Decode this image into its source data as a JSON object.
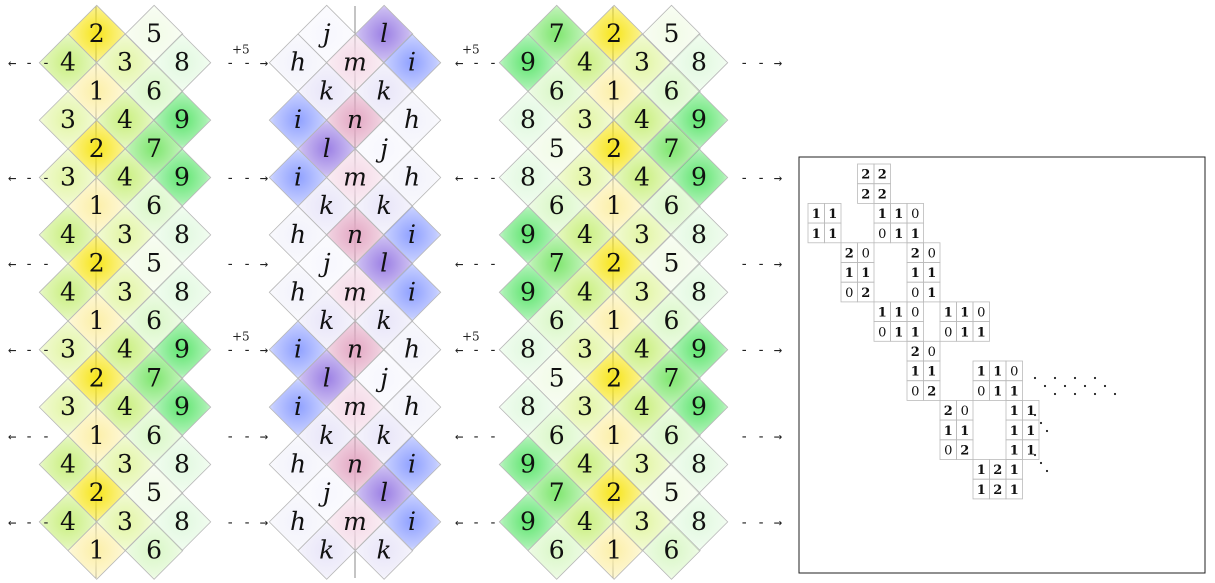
{
  "colors": {
    "n1": "#fcefa8",
    "n2": "#f7e51b",
    "n3": "#e2f5a4",
    "n4": "#c9ef7e",
    "n5": "#f1fbe6",
    "n6": "#d9f7c6",
    "n7": "#7ee66e",
    "n8": "#e1f9df",
    "n9": "#5fe56f",
    "h": "#f2f2fb",
    "i": "#8fa0ff",
    "j": "#f7f7fe",
    "k": "#e8e5f8",
    "l": "#9b7fe4",
    "m": "#f4d8e6",
    "n": "#e3a7c3",
    "tileBorder": "#b8b8b8",
    "gridLine": "#bbbbbb",
    "seam": "#888888"
  },
  "arrows": {
    "left": "← - -",
    "right": "- - →",
    "plus": "+5"
  },
  "pattern1": [
    [
      "2",
      "5"
    ],
    [
      "4",
      "3",
      "8"
    ],
    [
      "1",
      "6"
    ],
    [
      "3",
      "4",
      "9"
    ],
    [
      "2",
      "7"
    ],
    [
      "3",
      "4",
      "9"
    ],
    [
      "1",
      "6"
    ],
    [
      "4",
      "3",
      "8"
    ],
    [
      "2",
      "5"
    ],
    [
      "4",
      "3",
      "8"
    ],
    [
      "1",
      "6"
    ],
    [
      "3",
      "4",
      "9"
    ],
    [
      "2",
      "7"
    ],
    [
      "3",
      "4",
      "9"
    ],
    [
      "1",
      "6"
    ],
    [
      "4",
      "3",
      "8"
    ],
    [
      "2",
      "5"
    ],
    [
      "4",
      "3",
      "8"
    ],
    [
      "1",
      "6"
    ]
  ],
  "pattern2": [
    [
      "j",
      "l"
    ],
    [
      "h",
      "m",
      "i"
    ],
    [
      "k",
      "k"
    ],
    [
      "i",
      "n",
      "h"
    ],
    [
      "l",
      "j"
    ],
    [
      "i",
      "m",
      "h"
    ],
    [
      "k",
      "k"
    ],
    [
      "h",
      "n",
      "i"
    ],
    [
      "j",
      "l"
    ],
    [
      "h",
      "m",
      "i"
    ],
    [
      "k",
      "k"
    ],
    [
      "i",
      "n",
      "h"
    ],
    [
      "l",
      "j"
    ],
    [
      "i",
      "m",
      "h"
    ],
    [
      "k",
      "k"
    ],
    [
      "h",
      "n",
      "i"
    ],
    [
      "j",
      "l"
    ],
    [
      "h",
      "m",
      "i"
    ],
    [
      "k",
      "k"
    ]
  ],
  "pattern3": [
    [
      "7",
      "2",
      "5"
    ],
    [
      "9",
      "4",
      "3",
      "8"
    ],
    [
      "6",
      "1",
      "6"
    ],
    [
      "8",
      "3",
      "4",
      "9"
    ],
    [
      "5",
      "2",
      "7"
    ],
    [
      "8",
      "3",
      "4",
      "9"
    ],
    [
      "6",
      "1",
      "6"
    ],
    [
      "9",
      "4",
      "3",
      "8"
    ],
    [
      "7",
      "2",
      "5"
    ],
    [
      "9",
      "4",
      "3",
      "8"
    ],
    [
      "6",
      "1",
      "6"
    ],
    [
      "8",
      "3",
      "4",
      "9"
    ],
    [
      "5",
      "2",
      "7"
    ],
    [
      "8",
      "3",
      "4",
      "9"
    ],
    [
      "6",
      "1",
      "6"
    ],
    [
      "9",
      "4",
      "3",
      "8"
    ],
    [
      "7",
      "2",
      "5"
    ],
    [
      "9",
      "4",
      "3",
      "8"
    ],
    [
      "6",
      "1",
      "6"
    ]
  ],
  "matrix": {
    "blocks": [
      {
        "c": 3,
        "r": 0,
        "rows": [
          [
            "2",
            "2"
          ],
          [
            "2",
            "2"
          ]
        ],
        "bold": [
          [
            1,
            1
          ],
          [
            1,
            1
          ]
        ]
      },
      {
        "c": 0,
        "r": 2,
        "rows": [
          [
            "1",
            "1"
          ],
          [
            "1",
            "1"
          ]
        ],
        "bold": [
          [
            1,
            1
          ],
          [
            1,
            1
          ]
        ]
      },
      {
        "c": 4,
        "r": 2,
        "rows": [
          [
            "1",
            "1",
            "0"
          ],
          [
            "0",
            "1",
            "1"
          ]
        ],
        "bold": [
          [
            1,
            1,
            0
          ],
          [
            0,
            1,
            1
          ]
        ]
      },
      {
        "c": 2,
        "r": 4,
        "rows": [
          [
            "2",
            "0"
          ],
          [
            "1",
            "1"
          ],
          [
            "0",
            "2"
          ]
        ],
        "bold": [
          [
            1,
            0
          ],
          [
            1,
            1
          ],
          [
            0,
            1
          ]
        ]
      },
      {
        "c": 6,
        "r": 4,
        "rows": [
          [
            "2",
            "0"
          ],
          [
            "1",
            "1"
          ],
          [
            "0",
            "1"
          ]
        ],
        "bold": [
          [
            1,
            0
          ],
          [
            1,
            1
          ],
          [
            0,
            1
          ]
        ]
      },
      {
        "c": 4,
        "r": 7,
        "rows": [
          [
            "1",
            "1",
            "0"
          ],
          [
            "0",
            "1",
            "1"
          ]
        ],
        "bold": [
          [
            1,
            1,
            0
          ],
          [
            0,
            1,
            1
          ]
        ]
      },
      {
        "c": 8,
        "r": 7,
        "rows": [
          [
            "1",
            "1",
            "0"
          ],
          [
            "0",
            "1",
            "1"
          ]
        ],
        "bold": [
          [
            1,
            1,
            0
          ],
          [
            0,
            1,
            1
          ]
        ]
      },
      {
        "c": 6,
        "r": 9,
        "rows": [
          [
            "2",
            "0"
          ],
          [
            "1",
            "1"
          ],
          [
            "0",
            "2"
          ]
        ],
        "bold": [
          [
            1,
            0
          ],
          [
            1,
            1
          ],
          [
            0,
            1
          ]
        ]
      },
      {
        "c": 10,
        "r": 10,
        "rows": [
          [
            "1",
            "1",
            "0"
          ],
          [
            "0",
            "1",
            "1"
          ]
        ],
        "bold": [
          [
            1,
            1,
            0
          ],
          [
            0,
            1,
            1
          ]
        ]
      },
      {
        "c": 8,
        "r": 12,
        "rows": [
          [
            "2",
            "0"
          ],
          [
            "1",
            "1"
          ],
          [
            "0",
            "2"
          ]
        ],
        "bold": [
          [
            1,
            0
          ],
          [
            1,
            1
          ],
          [
            0,
            1
          ]
        ]
      },
      {
        "c": 12,
        "r": 12,
        "rows": [
          [
            "1",
            "1"
          ],
          [
            "1",
            "1"
          ],
          [
            "1",
            "1"
          ]
        ],
        "bold": [
          [
            1,
            1
          ],
          [
            1,
            1
          ],
          [
            1,
            1
          ]
        ]
      },
      {
        "c": 10,
        "r": 15,
        "rows": [
          [
            "1",
            "2",
            "1"
          ],
          [
            "1",
            "2",
            "1"
          ]
        ],
        "bold": [
          [
            1,
            1,
            1
          ],
          [
            1,
            1,
            1
          ]
        ]
      }
    ]
  }
}
